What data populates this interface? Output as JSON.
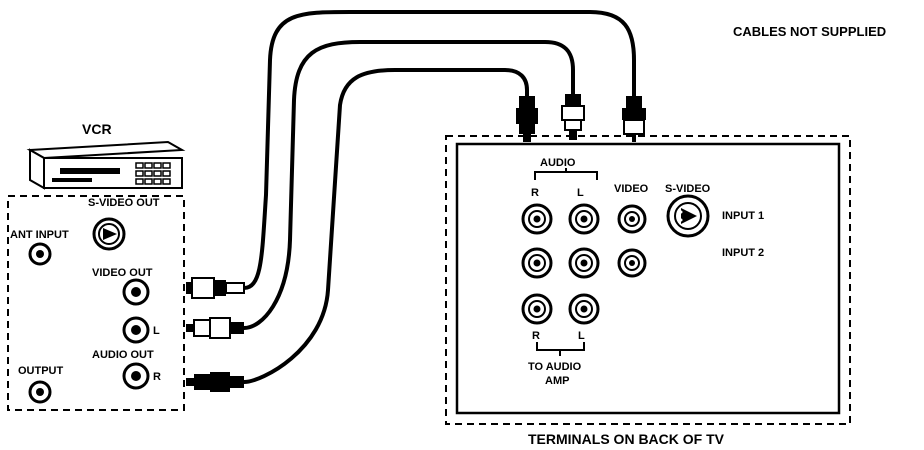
{
  "notice": "CABLES NOT SUPPLIED",
  "vcr": {
    "title": "VCR",
    "labels": {
      "svideo_out": "S-VIDEO OUT",
      "ant_input": "ANT INPUT",
      "video_out": "VIDEO OUT",
      "audio_out": "AUDIO OUT",
      "audio_l": "L",
      "audio_r": "R",
      "output": "OUTPUT"
    }
  },
  "tv": {
    "caption": "TERMINALS ON BACK OF TV",
    "labels": {
      "audio": "AUDIO",
      "audio_r": "R",
      "audio_l": "L",
      "video": "VIDEO",
      "svideo": "S-VIDEO",
      "input1": "INPUT 1",
      "input2": "INPUT 2",
      "to_amp_r": "R",
      "to_amp_l": "L",
      "to_audio": "TO AUDIO",
      "amp": "AMP"
    }
  }
}
